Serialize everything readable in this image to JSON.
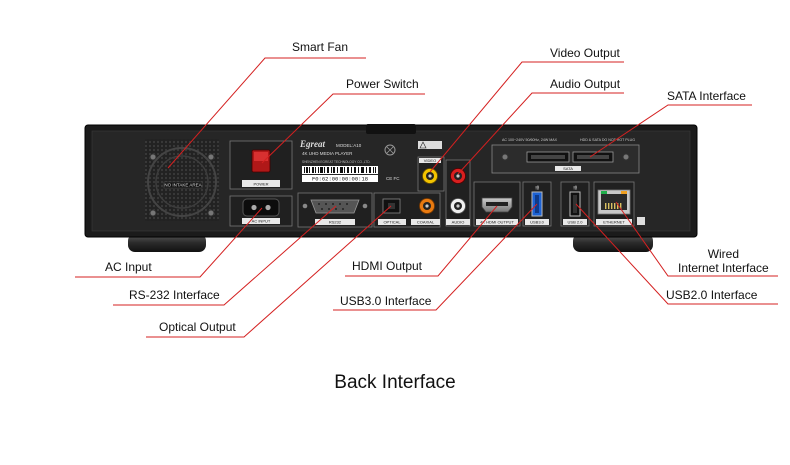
{
  "caption": "Back Interface",
  "callouts": {
    "smart_fan": "Smart Fan",
    "power_switch": "Power Switch",
    "video_output": "Video Output",
    "audio_output": "Audio Output",
    "sata_interface": "SATA Interface",
    "wired_internet": "Wired\nInternet Interface",
    "usb2": "USB2.0 Interface",
    "ac_input": "AC Input",
    "rs232": "RS-232 Interface",
    "optical_output": "Optical Output",
    "hdmi_output": "HDMI Output",
    "usb3": "USB3.0 Interface"
  },
  "panel_text": {
    "brand": "Egreat",
    "model": "MODEL:A10",
    "product": "4K UHD MEDIA PLAYER",
    "company": "SHENZHEN EGREAT TECHNOLOGY CO.,LTD.",
    "mac": "F0:62:00:00:00:18",
    "power_label": "POWER",
    "ac_label": "AC INPUT",
    "rs232_label": "RS232",
    "optical_label": "OPTICAL",
    "coaxial_label": "COAXIAL",
    "audio_label": "AUDIO",
    "hdmi_label": "4K HDMI OUTPUT",
    "usb3_label": "USB3.0",
    "usb2_label": "USB 2.0",
    "ethernet_label": "ETHERNET",
    "sata_label": "SATA",
    "video_label": "VIDEO",
    "fan_label": "NO INTAKE AREA",
    "rating_text": "AC 100~240V 50/60Hz, 24W MAX",
    "sata_note": "HDD & SATA DO NOT HOT PLUG",
    "cert": "CE FC"
  },
  "colors": {
    "callout_line": "#d42020",
    "chassis": "#1b1b1b",
    "panel": "#262626",
    "rca_yellow": "#f2c300",
    "rca_red": "#d81f1f",
    "rca_white": "#f0f0f0",
    "rca_orange": "#e87a10",
    "usb3_blue": "#1c62d4",
    "ethernet_green": "#1fae4a",
    "ethernet_amber": "#f0a020"
  }
}
